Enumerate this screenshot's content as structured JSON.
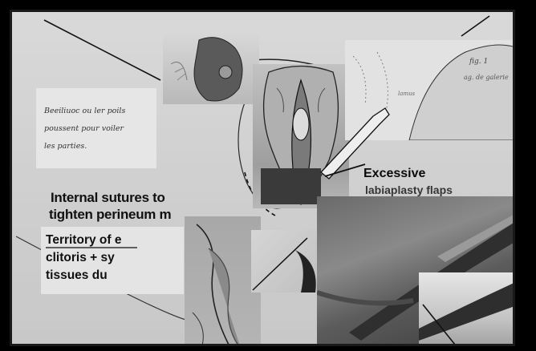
{
  "note_card": {
    "lines": [
      "Beeiliuoc ou ler poils",
      "poussent pour voiler",
      "les parties."
    ]
  },
  "figure_card": {
    "label": "fig. 1",
    "sublabel": "ag. de galerie",
    "small_label": "lamus"
  },
  "headings": {
    "internal": "Internal sutures to",
    "tighten": "tighten perineum m",
    "excessive": "Excessive",
    "excessive_line2": "labiaplasty flaps"
  },
  "territory": {
    "text": "Territory of e\nclitoris + sy\ntissues du"
  },
  "colors": {
    "board": "#d0d0d0",
    "frame": "#000000",
    "ink": "#111111"
  }
}
